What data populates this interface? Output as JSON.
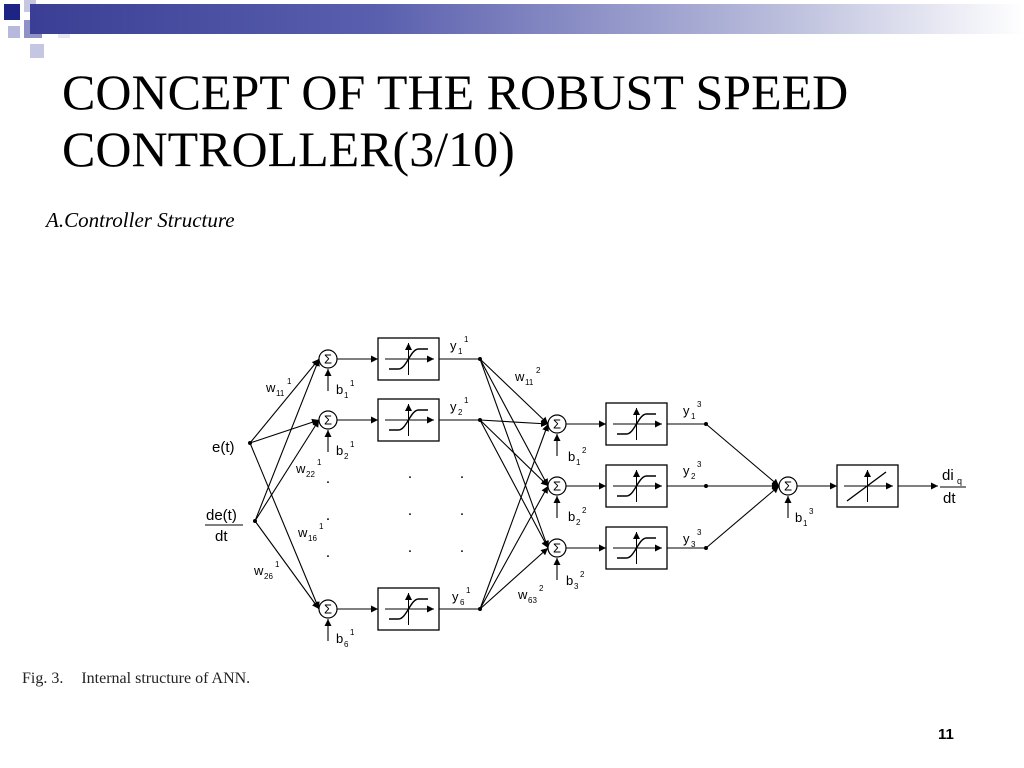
{
  "slide": {
    "title_line1": "CONCEPT OF THE ROBUST SPEED",
    "title_line2": "CONTROLLER(3/10)",
    "subtitle": "A.Controller Structure",
    "page_number": "11"
  },
  "figure": {
    "caption_number": "Fig. 3.",
    "caption_text": "Internal structure of ANN.",
    "sum_symbol": "Σ",
    "dot": ".",
    "inputs": {
      "e": "e(t)",
      "de_num": "de(t)",
      "de_den": "dt"
    },
    "output": {
      "num": "di",
      "num_sub": "q",
      "den": "dt"
    },
    "labels": {
      "y1_1": {
        "base": "y",
        "sub": "1",
        "sup": "1"
      },
      "y2_1": {
        "base": "y",
        "sub": "2",
        "sup": "1"
      },
      "y6_1": {
        "base": "y",
        "sub": "6",
        "sup": "1"
      },
      "y1_3": {
        "base": "y",
        "sub": "1",
        "sup": "3"
      },
      "y2_3": {
        "base": "y",
        "sub": "2",
        "sup": "3"
      },
      "y3_3": {
        "base": "y",
        "sub": "3",
        "sup": "3"
      },
      "b1_1": {
        "base": "b",
        "sub": "1",
        "sup": "1"
      },
      "b2_1": {
        "base": "b",
        "sub": "2",
        "sup": "1"
      },
      "b6_1": {
        "base": "b",
        "sub": "6",
        "sup": "1"
      },
      "b1_2": {
        "base": "b",
        "sub": "1",
        "sup": "2"
      },
      "b2_2": {
        "base": "b",
        "sub": "2",
        "sup": "2"
      },
      "b3_2": {
        "base": "b",
        "sub": "3",
        "sup": "2"
      },
      "b1_3": {
        "base": "b",
        "sub": "1",
        "sup": "3"
      },
      "w11_1": {
        "base": "w",
        "sub": "11",
        "sup": "1"
      },
      "w22_1": {
        "base": "w",
        "sub": "22",
        "sup": "1"
      },
      "w16_1": {
        "base": "w",
        "sub": "16",
        "sup": "1"
      },
      "w26_1": {
        "base": "w",
        "sub": "26",
        "sup": "1"
      },
      "w11_2": {
        "base": "w",
        "sub": "11",
        "sup": "2"
      },
      "w63_2": {
        "base": "w",
        "sub": "63",
        "sup": "2"
      }
    }
  }
}
